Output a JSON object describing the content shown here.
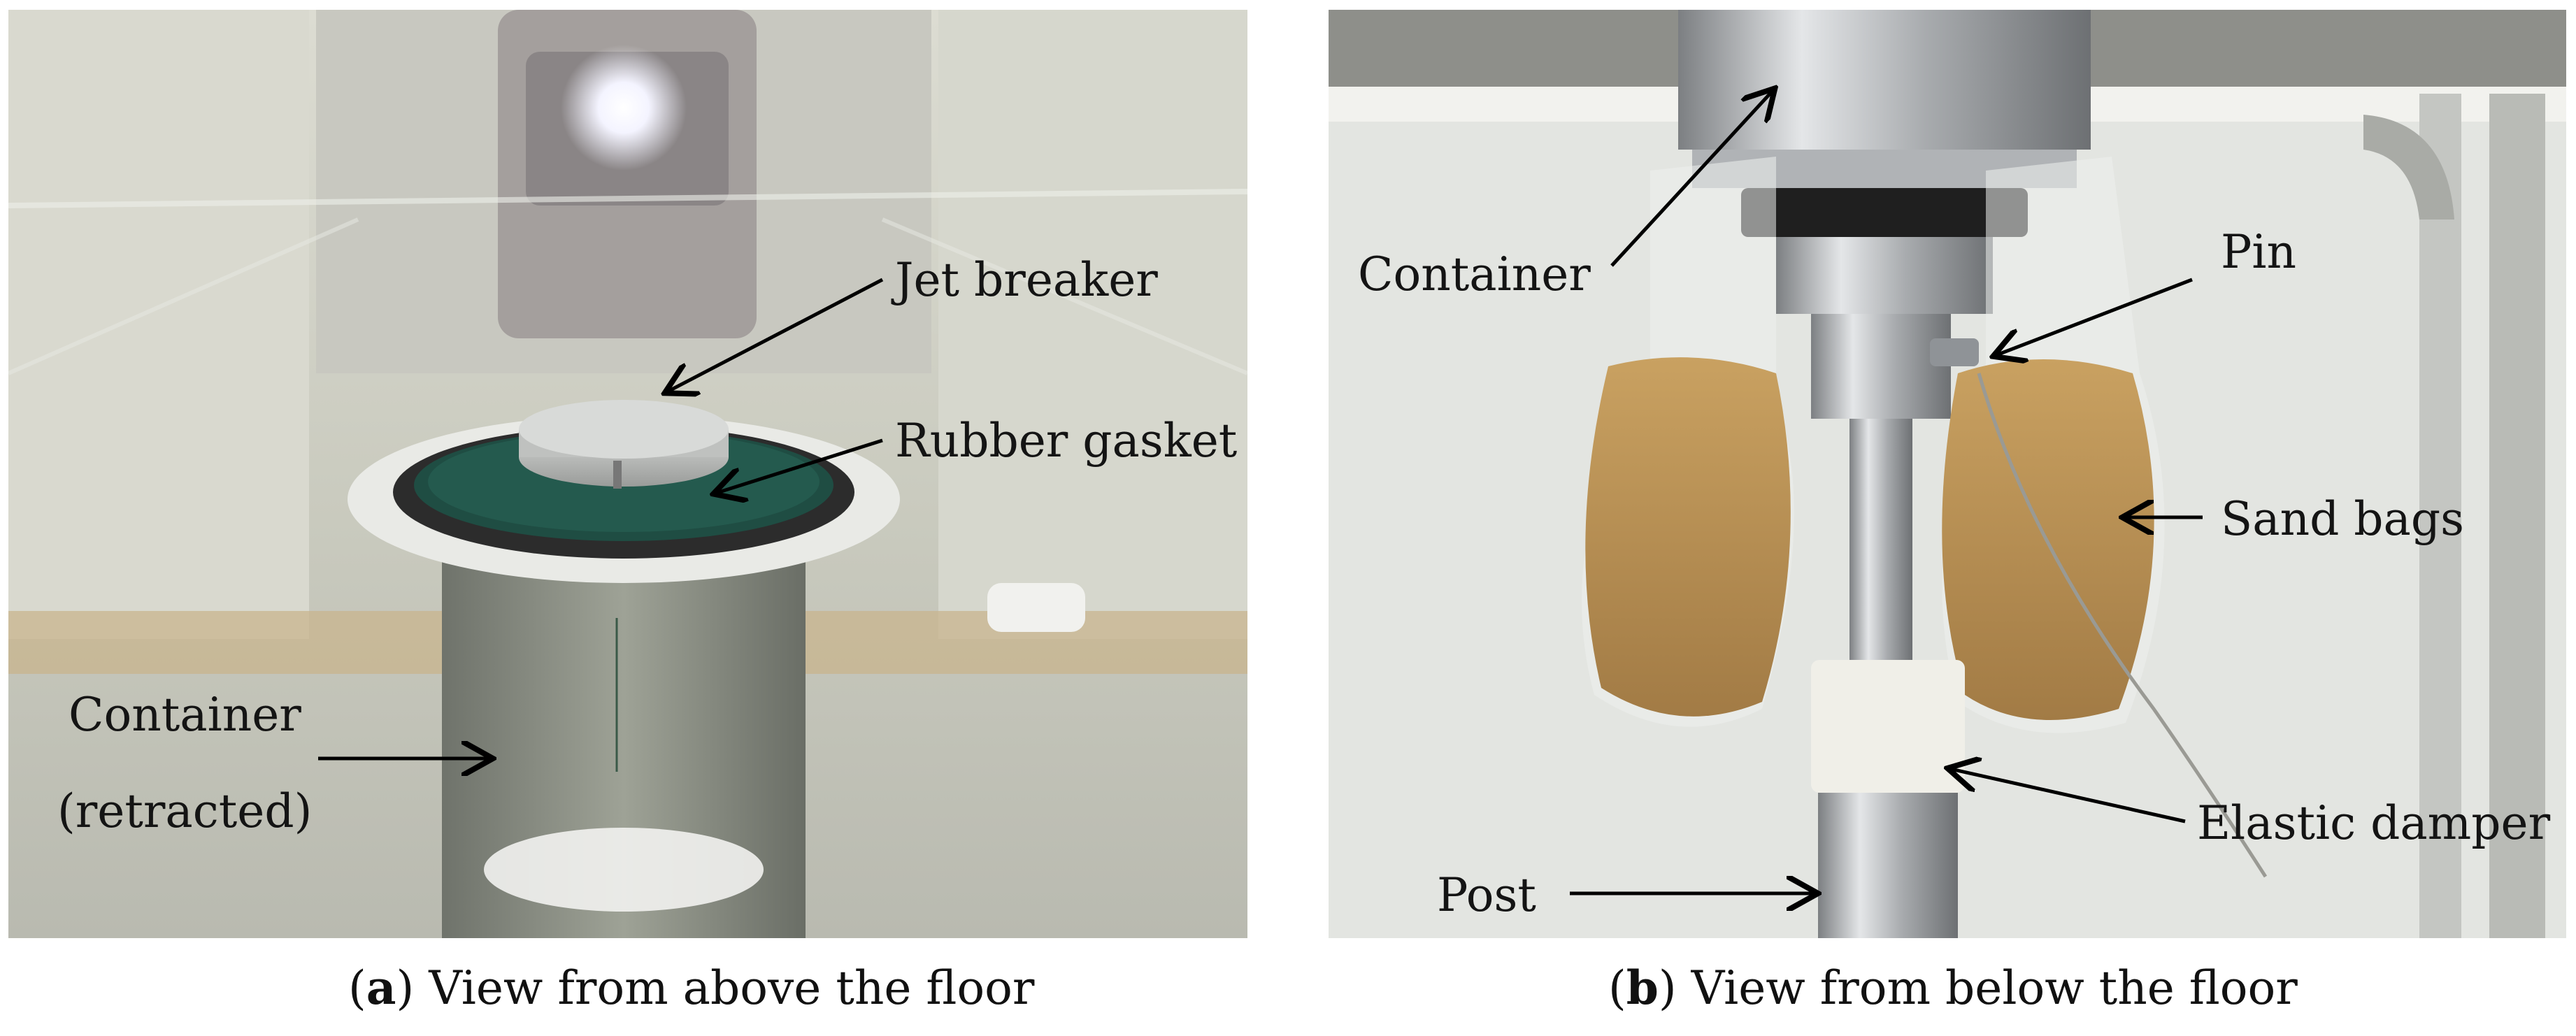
{
  "panel_a": {
    "labels": {
      "jet_breaker": "Jet breaker",
      "rubber_gasket": "Rubber gasket",
      "container_line1": "Container",
      "container_line2": "(retracted)"
    },
    "caption_letter": "a",
    "caption_text": "View from above the floor"
  },
  "panel_b": {
    "labels": {
      "container": "Container",
      "pin": "Pin",
      "sand_bags": "Sand bags",
      "elastic_damper": "Elastic damper",
      "post": "Post"
    },
    "caption_letter": "b",
    "caption_text": "View from below the floor"
  }
}
